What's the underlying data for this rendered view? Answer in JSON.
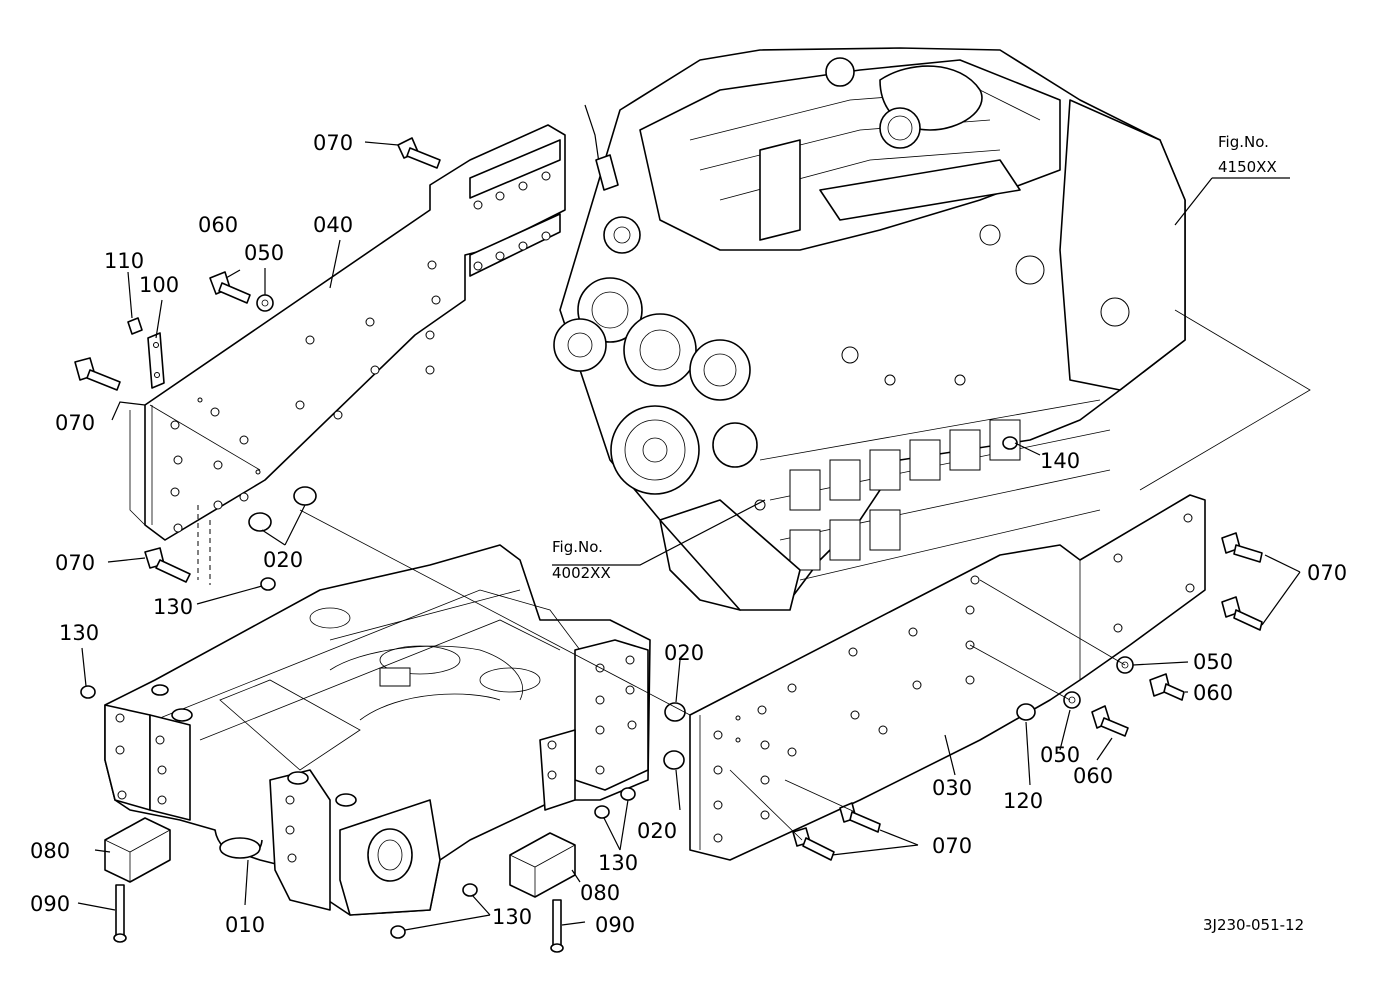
{
  "callouts": {
    "p070_top": "070",
    "p060_top": "060",
    "p040": "040",
    "p050_top": "050",
    "p110": "110",
    "p100": "100",
    "p070_left": "070",
    "p070_lower": "070",
    "p020_a": "020",
    "p130_a": "130",
    "p130_b": "130",
    "p020_b": "020",
    "p020_c": "020",
    "p130_c": "130",
    "p130_d": "130",
    "p080_left": "080",
    "p090_left": "090",
    "p010": "010",
    "p080_right": "080",
    "p090_right": "090",
    "p140": "140",
    "p070_right_top": "070",
    "p050_right_a": "050",
    "p060_right_a": "060",
    "p050_right_b": "050",
    "p060_right_b": "060",
    "p030": "030",
    "p120": "120",
    "p070_right_bottom": "070"
  },
  "figure_refs": {
    "engine_top": {
      "line1": "Fig.No.",
      "line2": "4150XX"
    },
    "engine_side": {
      "line1": "Fig.No.",
      "line2": "4002XX"
    }
  },
  "drawing_code": "3J230-051-12"
}
